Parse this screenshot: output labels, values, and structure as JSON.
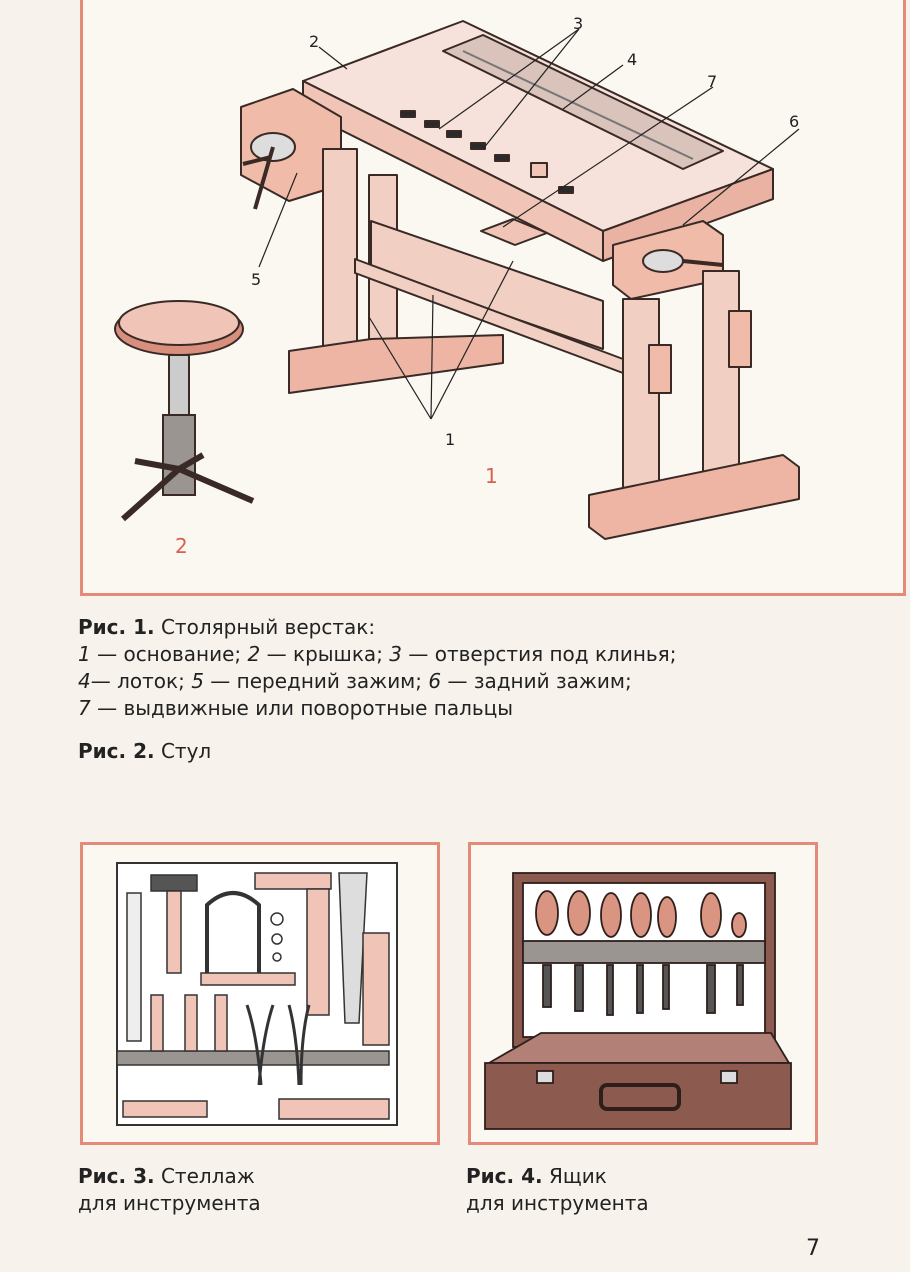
{
  "fig1": {
    "callouts": [
      "1",
      "2",
      "3",
      "4",
      "5",
      "6",
      "7"
    ],
    "figure_numbers": [
      "1",
      "2"
    ],
    "caption": {
      "prefix": "Рис. 1.",
      "title": "Столярный верстак:",
      "items": [
        {
          "n": "1",
          "text": "основание;"
        },
        {
          "n": "2",
          "text": "крышка;"
        },
        {
          "n": "3",
          "text": "отверстия под клинья;"
        },
        {
          "n": "4",
          "text": "лоток;"
        },
        {
          "n": "5",
          "text": "передний зажим;"
        },
        {
          "n": "6",
          "text": "задний зажим;"
        },
        {
          "n": "7",
          "text": "выдвижные или поворотные пальцы"
        }
      ]
    }
  },
  "fig2": {
    "prefix": "Рис. 2.",
    "title": "Стул"
  },
  "fig3": {
    "prefix": "Рис. 3.",
    "line1": "Стеллаж",
    "line2": "для инструмента"
  },
  "fig4": {
    "prefix": "Рис. 4.",
    "line1": "Ящик",
    "line2": "для инструмента"
  },
  "dash": "—",
  "page_number": "7",
  "colors": {
    "frame": "#e48a78",
    "wood": "#f2cfc3",
    "wood_dark": "#e29b88",
    "metal": "#b9b2ad",
    "case": "#8c5a4f"
  }
}
